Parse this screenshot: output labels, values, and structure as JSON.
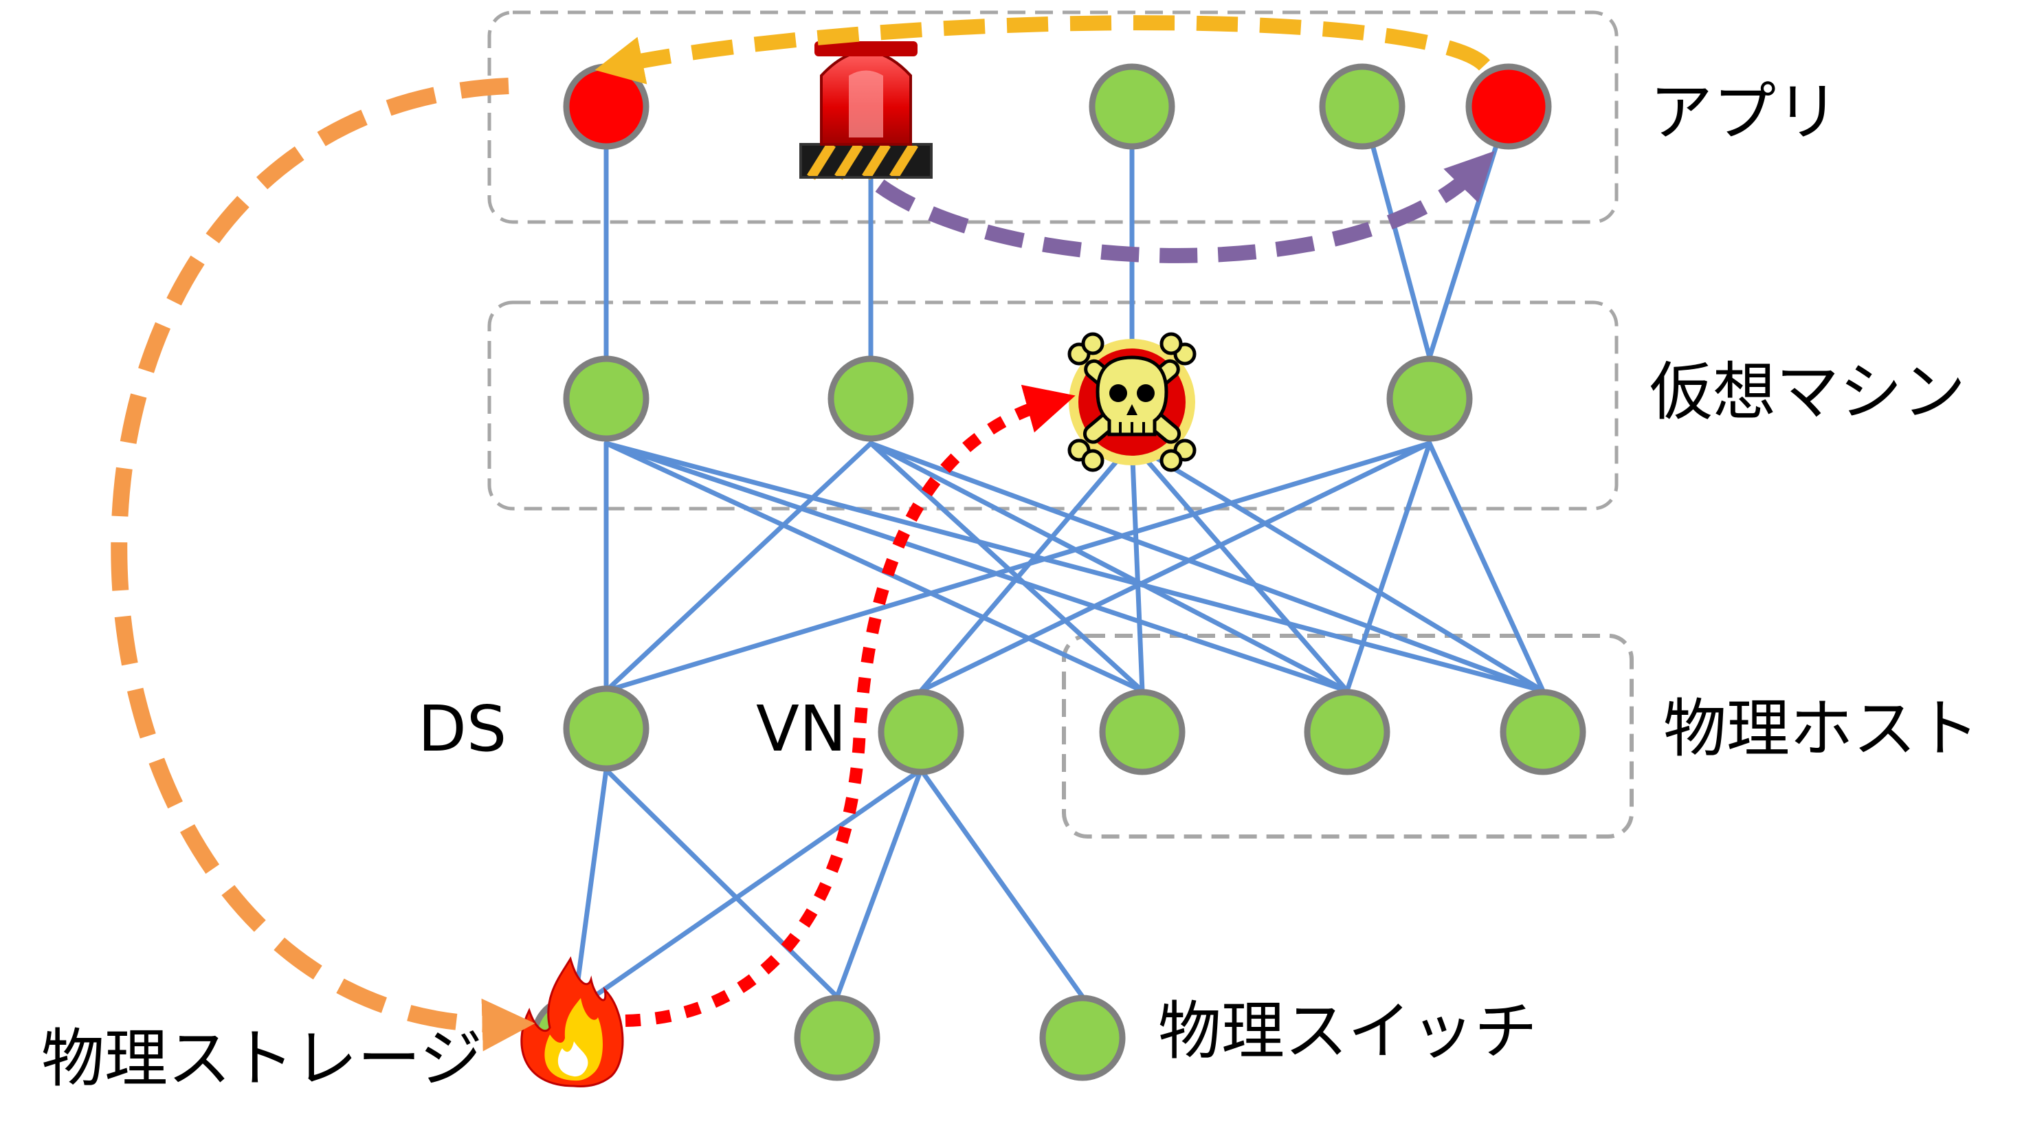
{
  "colors": {
    "node_green": "#8FD14F",
    "node_red": "#FF0000",
    "node_stroke": "#7F7F7F",
    "edge_blue": "#5B8FD6",
    "group_border": "#A6A6A6",
    "arrow_yellow": "#F5B520",
    "arrow_orange": "#F59A4A",
    "arrow_purple": "#8064A2",
    "arrow_red": "#FF0000"
  },
  "labels": {
    "app_layer": "アプリ",
    "vm_layer": "仮想マシン",
    "host_layer": "物理ホスト",
    "storage": "物理ストレージ",
    "switch": "物理スイッチ",
    "ds": "DS",
    "vn": "VN"
  },
  "icons": {
    "alarm": "siren-icon",
    "failure": "skull-crossbones-icon",
    "fire": "fire-icon"
  }
}
